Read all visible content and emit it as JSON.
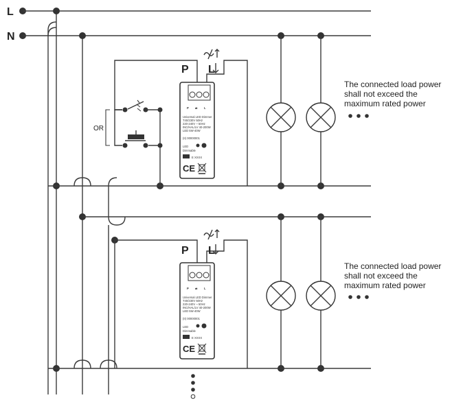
{
  "lines": {
    "live": "L",
    "neutral": "N"
  },
  "switch_option_label": "OR",
  "terminal_labels": {
    "push": "P",
    "load": "L"
  },
  "module": {
    "terminal_marks": [
      "P",
      "⇄",
      "L"
    ],
    "spec_lines": [
      "Universal LED Dimmer",
      "T40/230V 50Hz",
      "220-240V ~ 50Hz",
      "INC/HAL/LV 40-200W",
      "LED 5W-40W"
    ],
    "code_line": "(II) 00000001",
    "led_label": "LED",
    "dimmable_label": "Dimmable",
    "mark_e": "E XXXX",
    "ce_mark": "CE"
  },
  "load_note": {
    "line1": "The connected load power",
    "line2": "shall not exceed the",
    "line3": "maximum rated power"
  },
  "colors": {
    "wire": "#3a3a3a",
    "text": "#222222",
    "background": "#ffffff"
  }
}
